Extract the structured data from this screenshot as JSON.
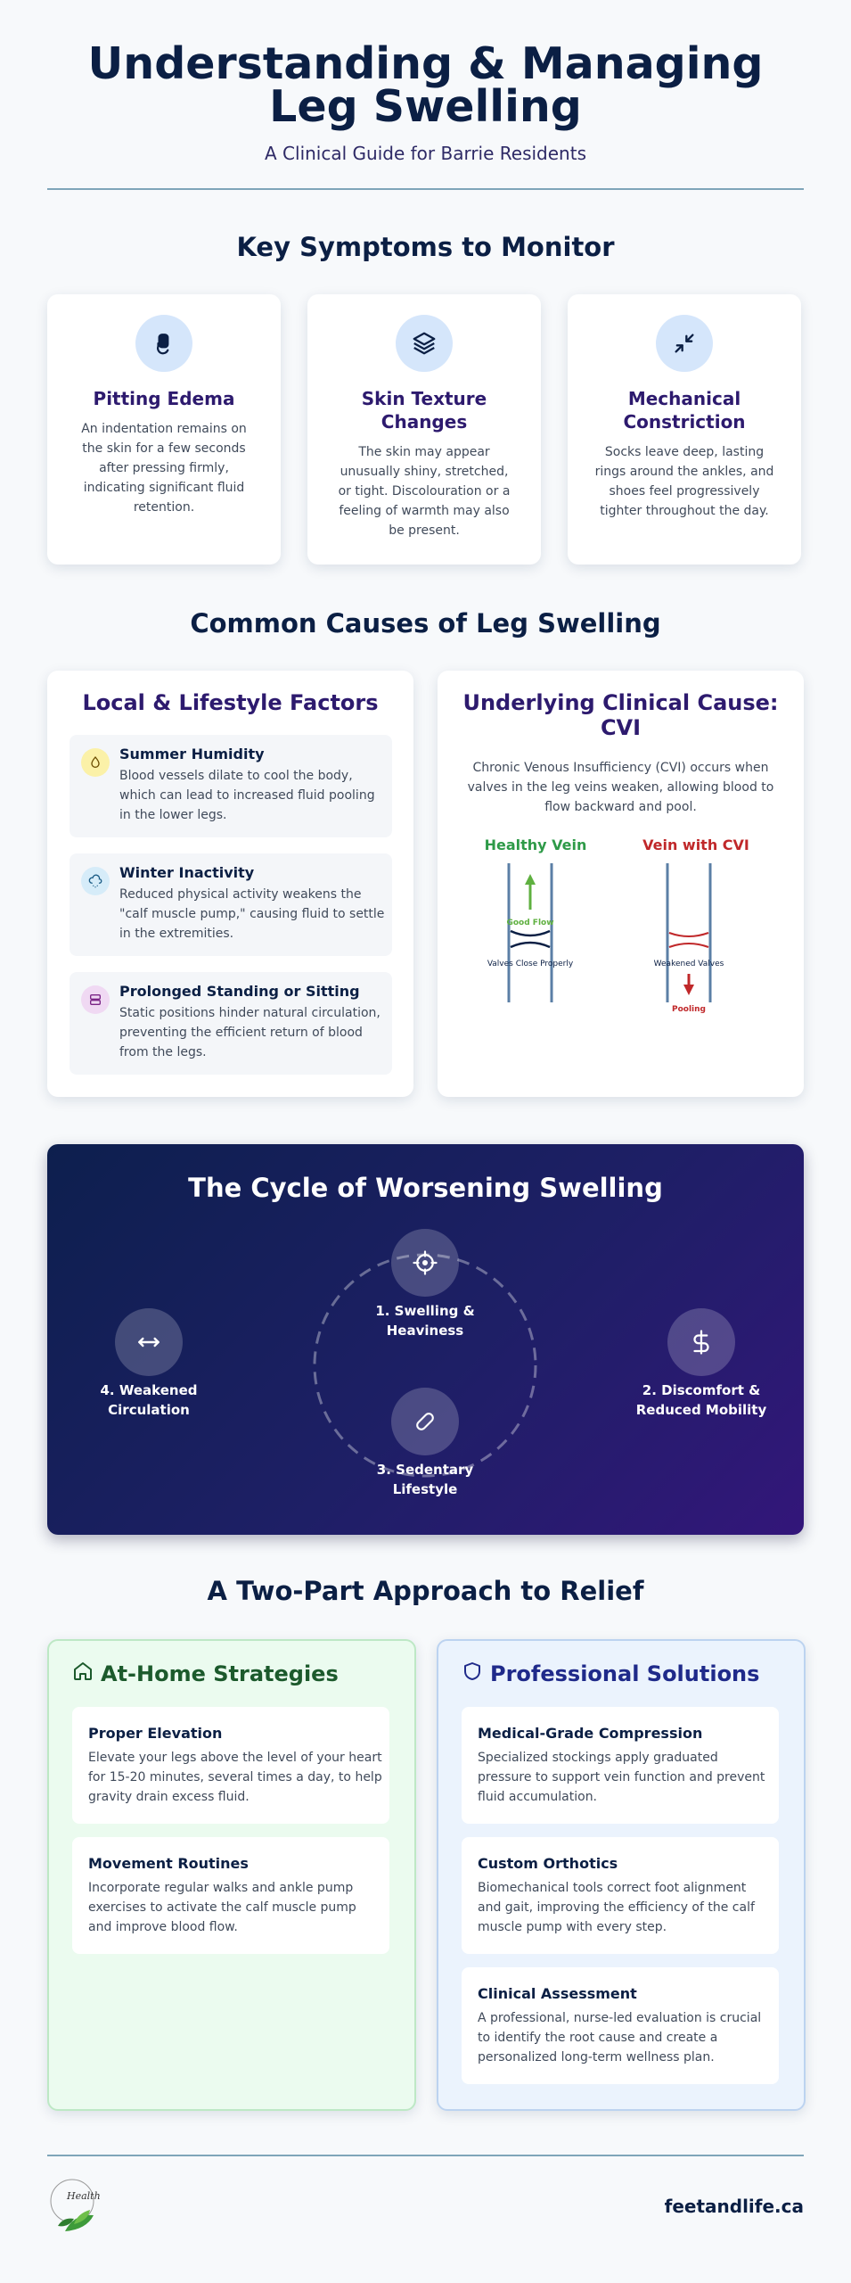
{
  "header": {
    "title_line1": "Understanding & Managing",
    "title_line2": "Leg Swelling",
    "subtitle": "A Clinical Guide for Barrie Residents"
  },
  "symptoms": {
    "heading": "Key Symptoms to Monitor",
    "items": [
      {
        "icon": "finger-press-icon",
        "title": "Pitting Edema",
        "text": "An indentation remains on the skin for a few seconds after pressing firmly, indicating significant fluid retention."
      },
      {
        "icon": "layers-icon",
        "title": "Skin Texture Changes",
        "text": "The skin may appear unusually shiny, stretched, or tight. Discolouration or a feeling of warmth may also be present."
      },
      {
        "icon": "compress-arrows-icon",
        "title": "Mechanical Constriction",
        "text": "Socks leave deep, lasting rings around the ankles, and shoes feel progressively tighter throughout the day."
      }
    ]
  },
  "causes": {
    "heading": "Common Causes of Leg Swelling",
    "local": {
      "title": "Local & Lifestyle Factors",
      "factors": [
        {
          "icon": "droplet-icon",
          "color": "#fbf1a8",
          "title": "Summer Humidity",
          "text": "Blood vessels dilate to cool the body, which can lead to increased fluid pooling in the lower legs."
        },
        {
          "icon": "snow-cloud-icon",
          "color": "#d6ecf9",
          "title": "Winter Inactivity",
          "text": "Reduced physical activity weakens the \"calf muscle pump,\" causing fluid to settle in the extremities."
        },
        {
          "icon": "seat-icon",
          "color": "#f0d9f3",
          "title": "Prolonged Standing or Sitting",
          "text": "Static positions hinder natural circulation, preventing the efficient return of blood from the legs."
        }
      ]
    },
    "clinical": {
      "title": "Underlying Clinical Cause: CVI",
      "text": "Chronic Venous Insufficiency (CVI) occurs when valves in the leg veins weaken, allowing blood to flow backward and pool.",
      "healthy_label": "Healthy Vein",
      "healthy_flow": "Good Flow",
      "healthy_valves": "Valves Close Properly",
      "cvi_label": "Vein with CVI",
      "cvi_valves": "Weakened Valves",
      "cvi_pooling": "Pooling",
      "healthy_color": "#2e9a48",
      "cvi_color": "#c0282a"
    }
  },
  "cycle": {
    "title": "The Cycle of Worsening Swelling",
    "steps": [
      {
        "icon": "crosshair-icon",
        "label": "1. Swelling & Heaviness"
      },
      {
        "icon": "dollar-icon",
        "label": "2. Discomfort & Reduced Mobility"
      },
      {
        "icon": "bandage-icon",
        "label": "3. Sedentary Lifestyle"
      },
      {
        "icon": "horizontal-arrows-icon",
        "label": "4. Weakened Circulation"
      }
    ]
  },
  "relief": {
    "heading": "A Two-Part Approach to Relief",
    "home": {
      "title": "At-Home Strategies",
      "icon": "house-icon",
      "color": "#1c5a2c",
      "items": [
        {
          "title": "Proper Elevation",
          "text": "Elevate your legs above the level of your heart for 15-20 minutes, several times a day, to help gravity drain excess fluid."
        },
        {
          "title": "Movement Routines",
          "text": "Incorporate regular walks and ankle pump exercises to activate the calf muscle pump and improve blood flow."
        }
      ]
    },
    "pro": {
      "title": "Professional Solutions",
      "icon": "shield-icon",
      "color": "#1f2a8a",
      "items": [
        {
          "title": "Medical-Grade Compression",
          "text": "Specialized stockings apply graduated pressure to support vein function and prevent fluid accumulation."
        },
        {
          "title": "Custom Orthotics",
          "text": "Biomechanical tools correct foot alignment and gait, improving the efficiency of the calf muscle pump with every step."
        },
        {
          "title": "Clinical Assessment",
          "text": "A professional, nurse-led evaluation is crucial to identify the root cause and create a personalized long-term wellness plan."
        }
      ]
    }
  },
  "footer": {
    "logo_text": "Health",
    "website": "feetandlife.ca"
  }
}
